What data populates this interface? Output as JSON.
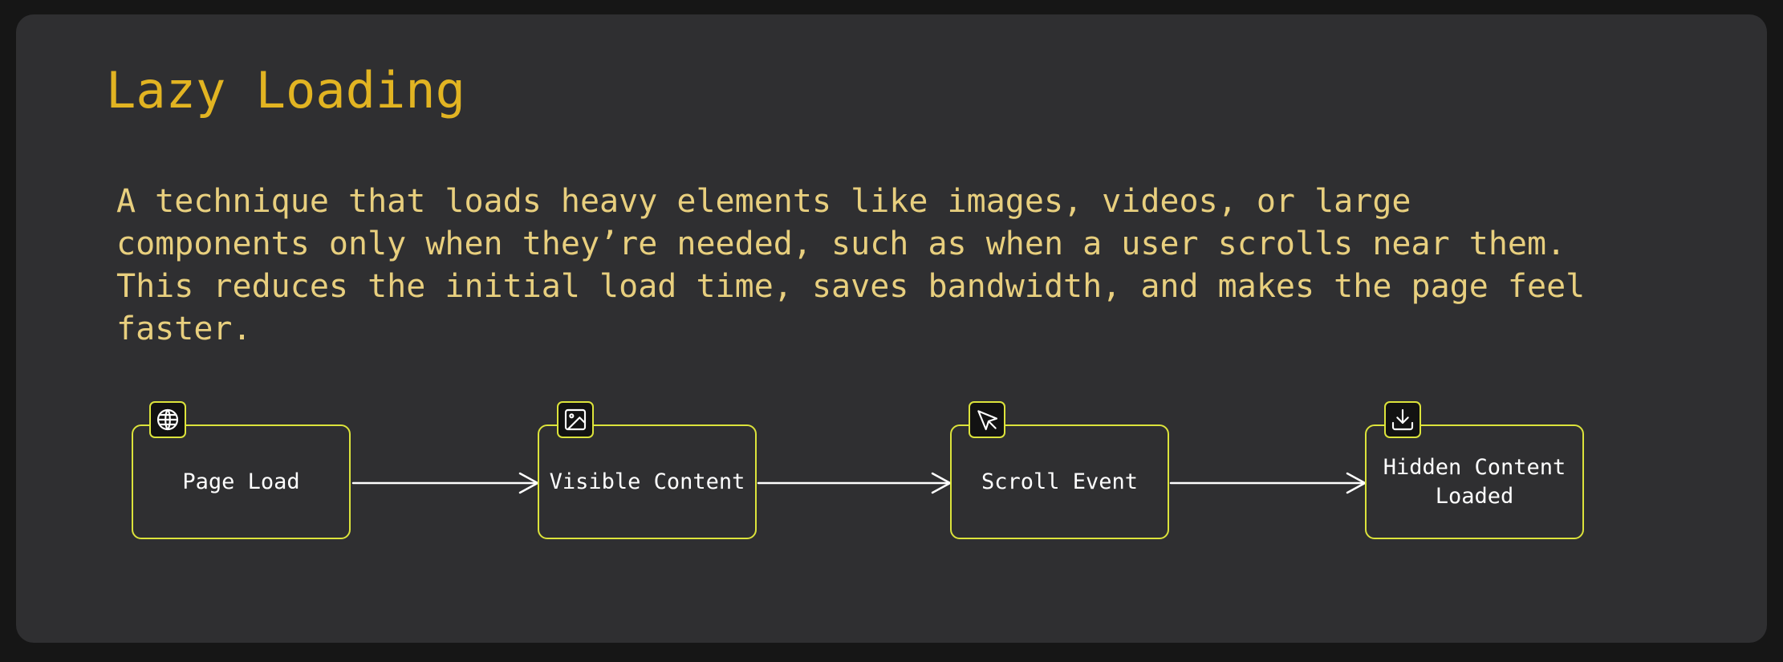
{
  "title": "Lazy Loading",
  "description_lines": [
    "A technique that loads heavy elements like images, videos, or large",
    "components only when they’re needed, such as when a user scrolls near them.",
    "This reduces the initial load time, saves bandwidth, and makes the page feel",
    "faster."
  ],
  "nodes": [
    {
      "label": "Page Load",
      "icon": "globe-icon"
    },
    {
      "label": "Visible Content",
      "icon": "image-icon"
    },
    {
      "label": "Scroll Event",
      "icon": "cursor-pointer-icon"
    },
    {
      "label": "Hidden Content\nLoaded",
      "icon": "download-icon"
    }
  ],
  "edges": [
    {
      "from": "Page Load",
      "to": "Visible Content"
    },
    {
      "from": "Visible Content",
      "to": "Scroll Event"
    },
    {
      "from": "Scroll Event",
      "to": "Hidden Content Loaded"
    }
  ],
  "colors": {
    "background": "#161616",
    "card": "#2f2f31",
    "title": "#e2b422",
    "description": "#e8cf7e",
    "node_border": "#dce33b",
    "node_text": "#ffffff",
    "arrow": "#ffffff"
  }
}
